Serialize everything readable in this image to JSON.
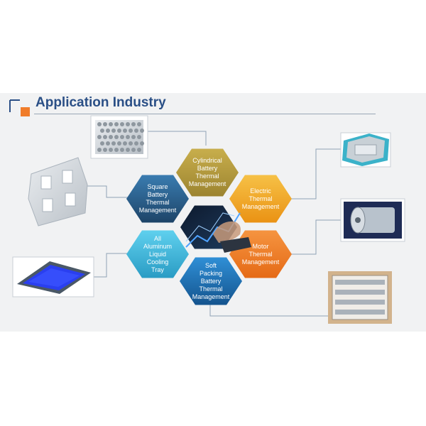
{
  "header": {
    "title": "Application Industry"
  },
  "hexagons": [
    {
      "id": "cylindrical",
      "label": "Cylindrical\nBattery\nThermal\nManagement",
      "color": "#b59a3a"
    },
    {
      "id": "square",
      "label": "Square\nBattery\nThermal\nManagement",
      "color": "#2b5d8a"
    },
    {
      "id": "electric",
      "label": "Electric\nThermal\nManagement",
      "color": "#f0a822"
    },
    {
      "id": "aluminum",
      "label": "All\nAluminum\nLiquid\nCooling\nTray",
      "color": "#3fb3d6"
    },
    {
      "id": "motor",
      "label": "Motor\nThermal\nManagement",
      "color": "#ef7d22"
    },
    {
      "id": "soft",
      "label": "Soft\nPacking\nBattery\nThermal\nManagement",
      "color": "#1f6fb2"
    }
  ],
  "colors": {
    "accent_orange": "#f07c2a",
    "title_blue": "#2a4f86",
    "panel_bg": "#f1f2f3"
  }
}
